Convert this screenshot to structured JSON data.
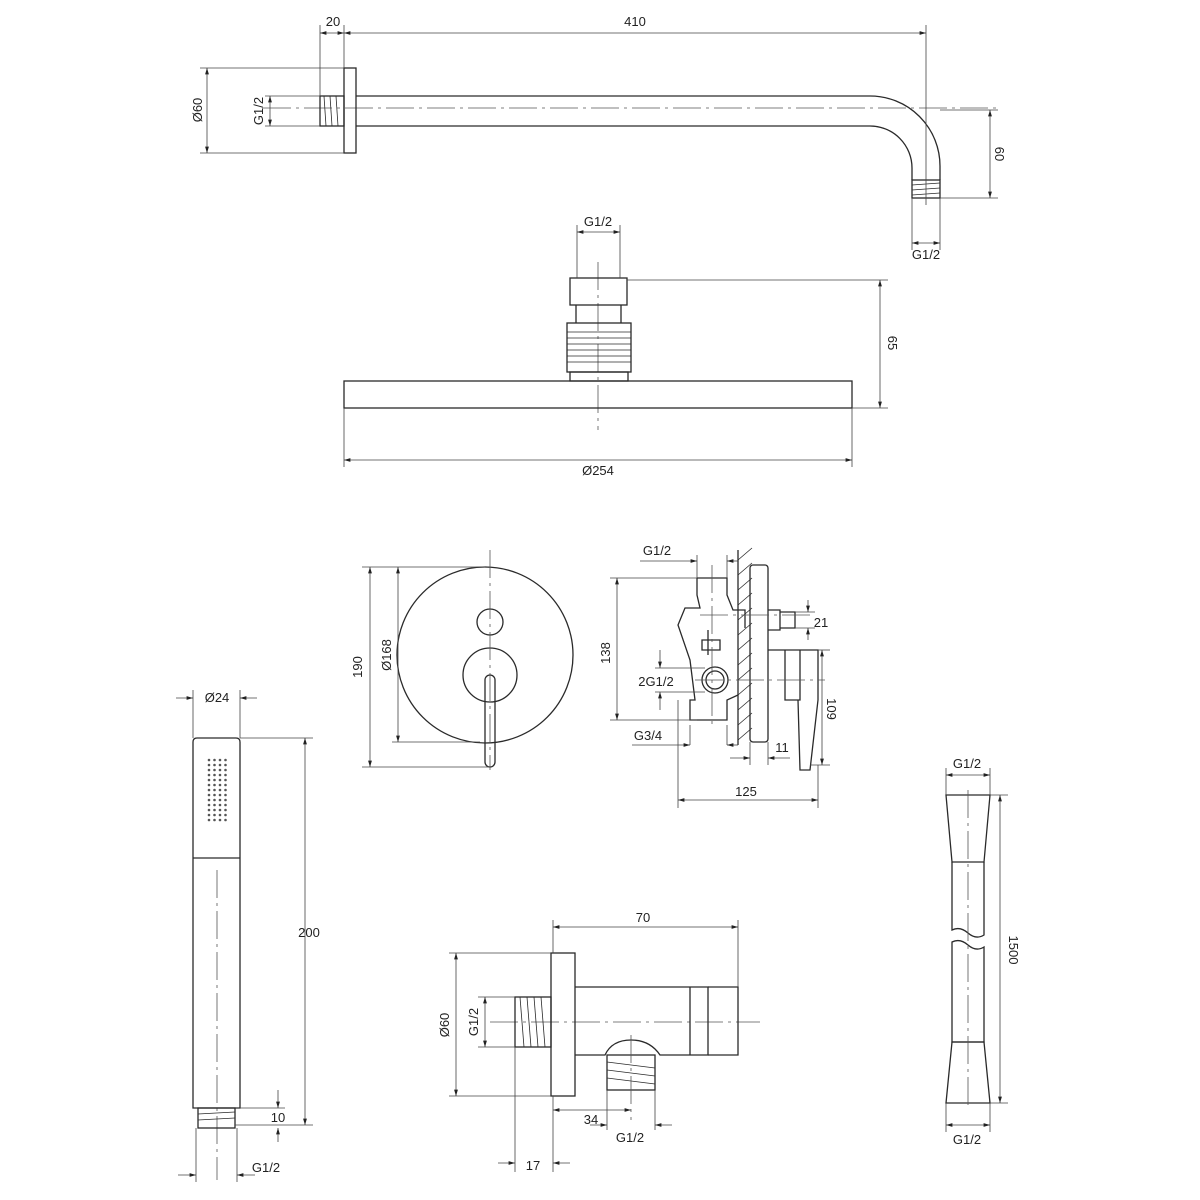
{
  "shower_arm": {
    "flange_depth": "20",
    "length": "410",
    "flange_diameter": "Ø60",
    "wall_thread": "G1/2",
    "drop": "60",
    "outlet_thread": "G1/2"
  },
  "shower_head": {
    "inlet_thread": "G1/2",
    "height": "65",
    "diameter": "Ø254"
  },
  "mixer_plate": {
    "height": "190",
    "diameter": "Ø168"
  },
  "valve_body": {
    "top_thread": "G1/2",
    "height": "138",
    "outlet_size": "21",
    "side_thread": "2G1/2",
    "handle_height": "109",
    "bottom_thread": "G3/4",
    "plate_depth": "11",
    "depth": "125"
  },
  "hand_shower": {
    "diameter": "Ø24",
    "length": "200",
    "thread_length": "10",
    "thread": "G1/2"
  },
  "wall_elbow": {
    "length": "70",
    "flange_diameter": "Ø60",
    "inlet_thread": "G1/2",
    "outlet_offset": "34",
    "outlet_thread": "G1/2",
    "thread_depth": "17"
  },
  "hose": {
    "top_thread": "G1/2",
    "length": "1500",
    "bottom_thread": "G1/2"
  }
}
